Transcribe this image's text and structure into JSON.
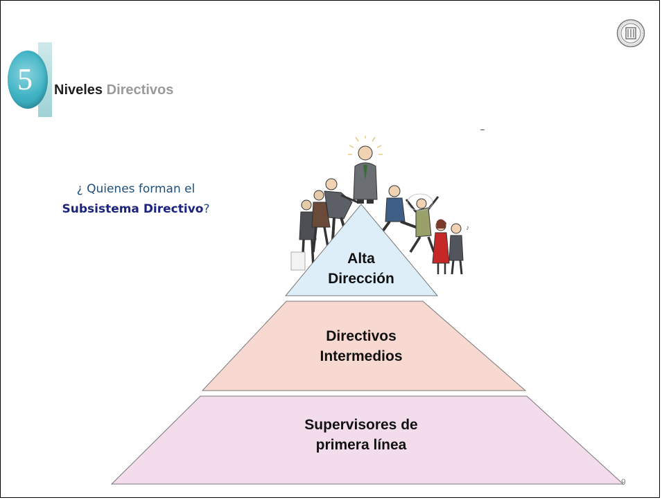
{
  "slide": {
    "section_number": "5",
    "title_bold": "Niveles",
    "title_gray": "Directivos",
    "question_prefix": "¿ Quienes forman el",
    "question_strong": "Subsistema Directivo",
    "question_suffix": "?",
    "page_number": "9"
  },
  "pyramid": {
    "top": "Alta Dirección",
    "top_line1": "Alta",
    "top_line2": "Dirección",
    "middle_line1": "Directivos",
    "middle_line2": "Intermedios",
    "bottom_line1": "Supervisores de",
    "bottom_line2": "primera línea"
  },
  "colors": {
    "top_fill": "#ddeef9",
    "middle_fill": "#f7d9d2",
    "bottom_fill": "#f3dcec",
    "accent_teal": "#3fb3c4",
    "question_text": "#1f4e79",
    "question_strong": "#1a237e"
  }
}
